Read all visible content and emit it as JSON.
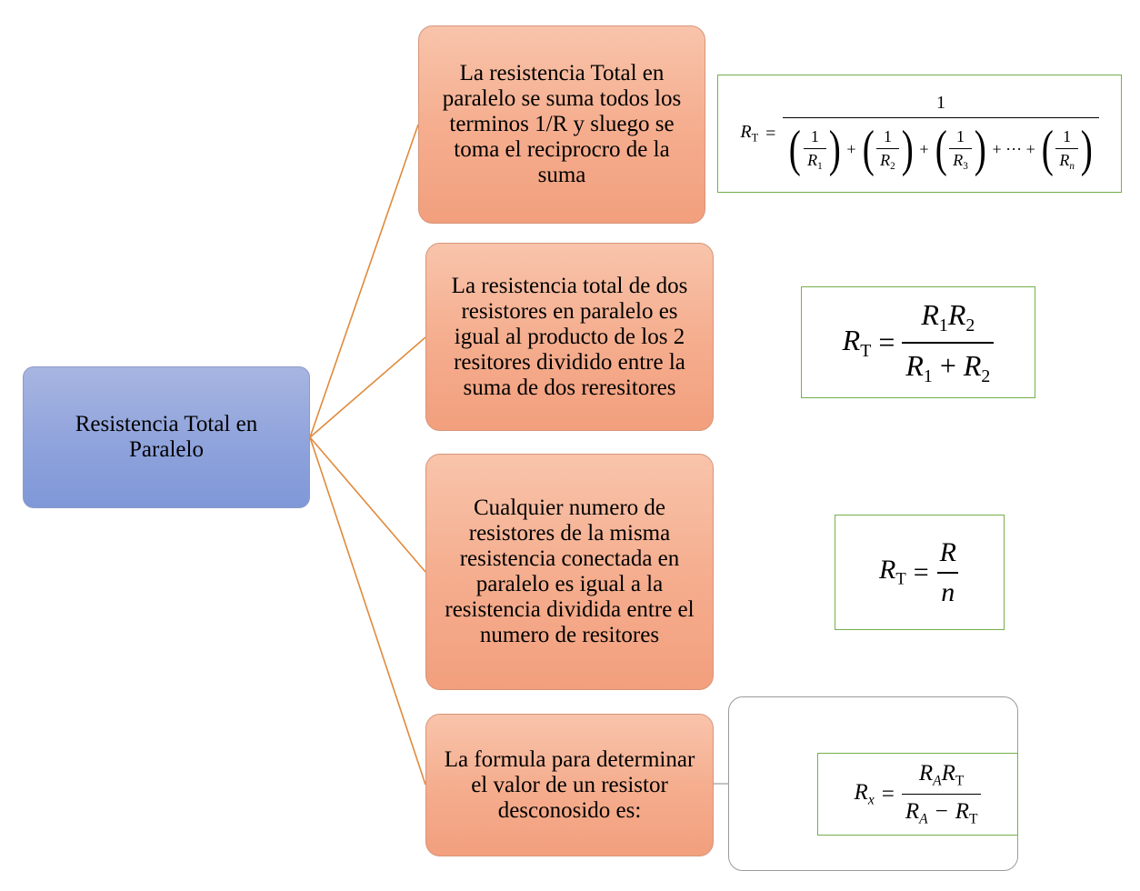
{
  "root": {
    "label": "Resistencia Total en Paralelo"
  },
  "branches": [
    {
      "text": "La resistencia Total en paralelo se suma todos los terminos 1/R y sluego se toma el reciprocro de la suma"
    },
    {
      "text": "La resistencia total de dos resistores en paralelo es igual al producto de los 2 resitores dividido entre la suma de dos reresitores"
    },
    {
      "text": "Cualquier numero de resistores de la misma resistencia conectada en paralelo es igual a la resistencia dividida entre el numero de resitores"
    },
    {
      "text": "La formula para determinar el valor de un resistor desconosido es:"
    }
  ],
  "formulas": {
    "f1": {
      "lhs": "R",
      "lhs_sub": "T",
      "eq": "=",
      "numerator": "1",
      "term_num": "1",
      "var": "R",
      "subs": [
        "1",
        "2",
        "3",
        "n"
      ],
      "plus": "+",
      "ellipsis": "+ ··· +"
    },
    "f2": {
      "lhs": "R",
      "lhs_sub": "T",
      "eq": "=",
      "num_a": "R",
      "num_a_sub": "1",
      "num_b": "R",
      "num_b_sub": "2",
      "den_a": "R",
      "den_a_sub": "1",
      "plus": "+",
      "den_b": "R",
      "den_b_sub": "2"
    },
    "f3": {
      "lhs": "R",
      "lhs_sub": "T",
      "eq": "=",
      "num": "R",
      "den": "n"
    },
    "f4": {
      "lhs": "R",
      "lhs_sub": "x",
      "eq": "=",
      "num_a": "R",
      "num_a_sub": "A",
      "num_b": "R",
      "num_b_sub": "T",
      "den_a": "R",
      "den_a_sub": "A",
      "minus": "−",
      "den_b": "R",
      "den_b_sub": "T"
    }
  },
  "colors": {
    "root_fill": "#8fa3dc",
    "branch_fill": "#f5ae8f",
    "connector": "#e08a3c",
    "formula_border": "#74b04a"
  }
}
